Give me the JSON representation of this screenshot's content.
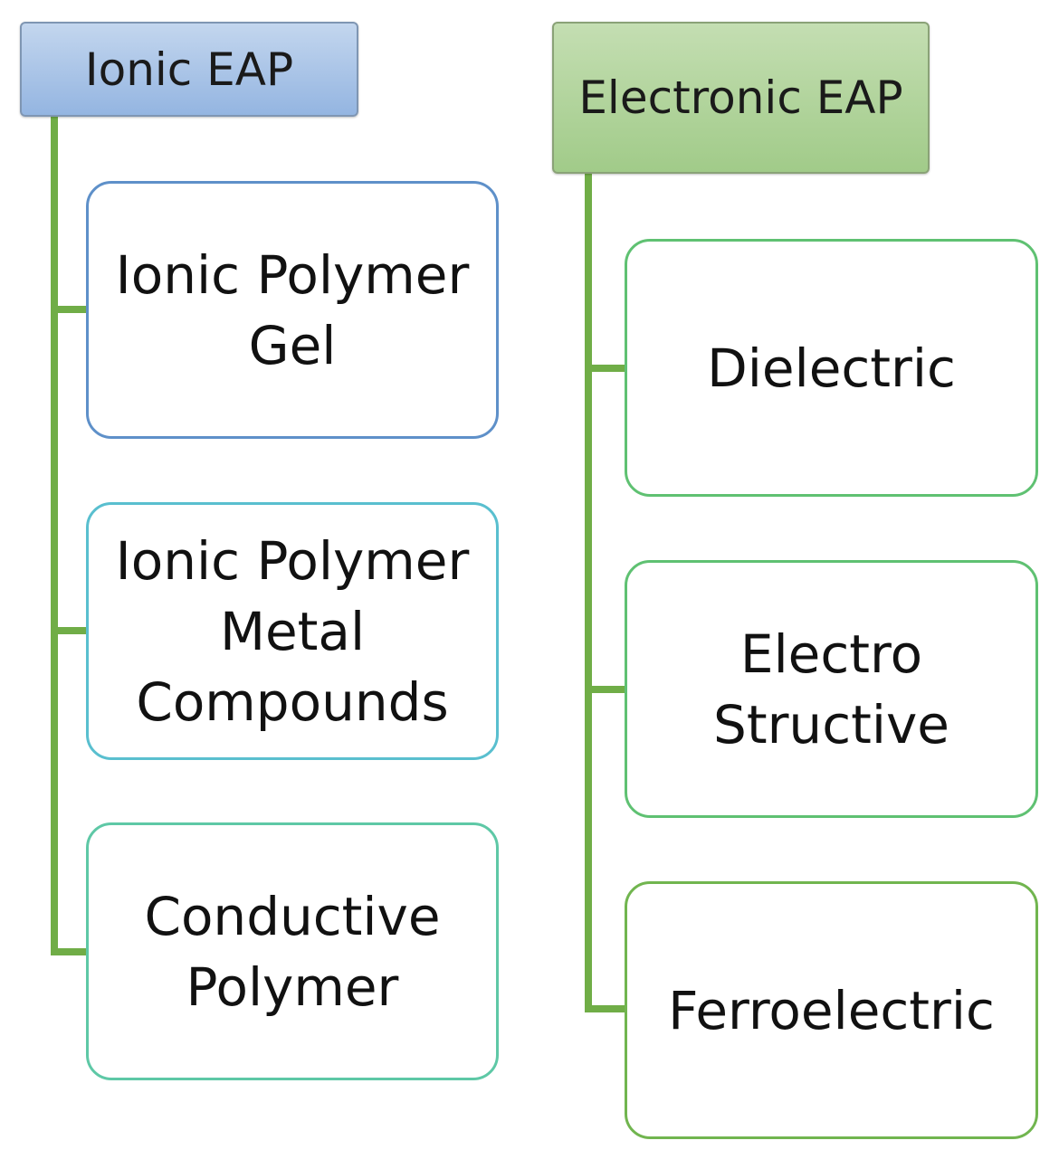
{
  "columns": [
    {
      "header": "Ionic EAP",
      "items": [
        {
          "label": "Ionic Polymer\nGel"
        },
        {
          "label": "Ionic Polymer\nMetal\nCompounds"
        },
        {
          "label": "Conductive\nPolymer"
        }
      ]
    },
    {
      "header": "Electronic EAP",
      "items": [
        {
          "label": "Dielectric"
        },
        {
          "label": "Electro\nStructive"
        },
        {
          "label": "Ferroelectric"
        }
      ]
    }
  ],
  "colors": {
    "connector": "#70ad47",
    "ionic_header": "#95b3d7",
    "electronic_header": "#a6cf8f"
  }
}
